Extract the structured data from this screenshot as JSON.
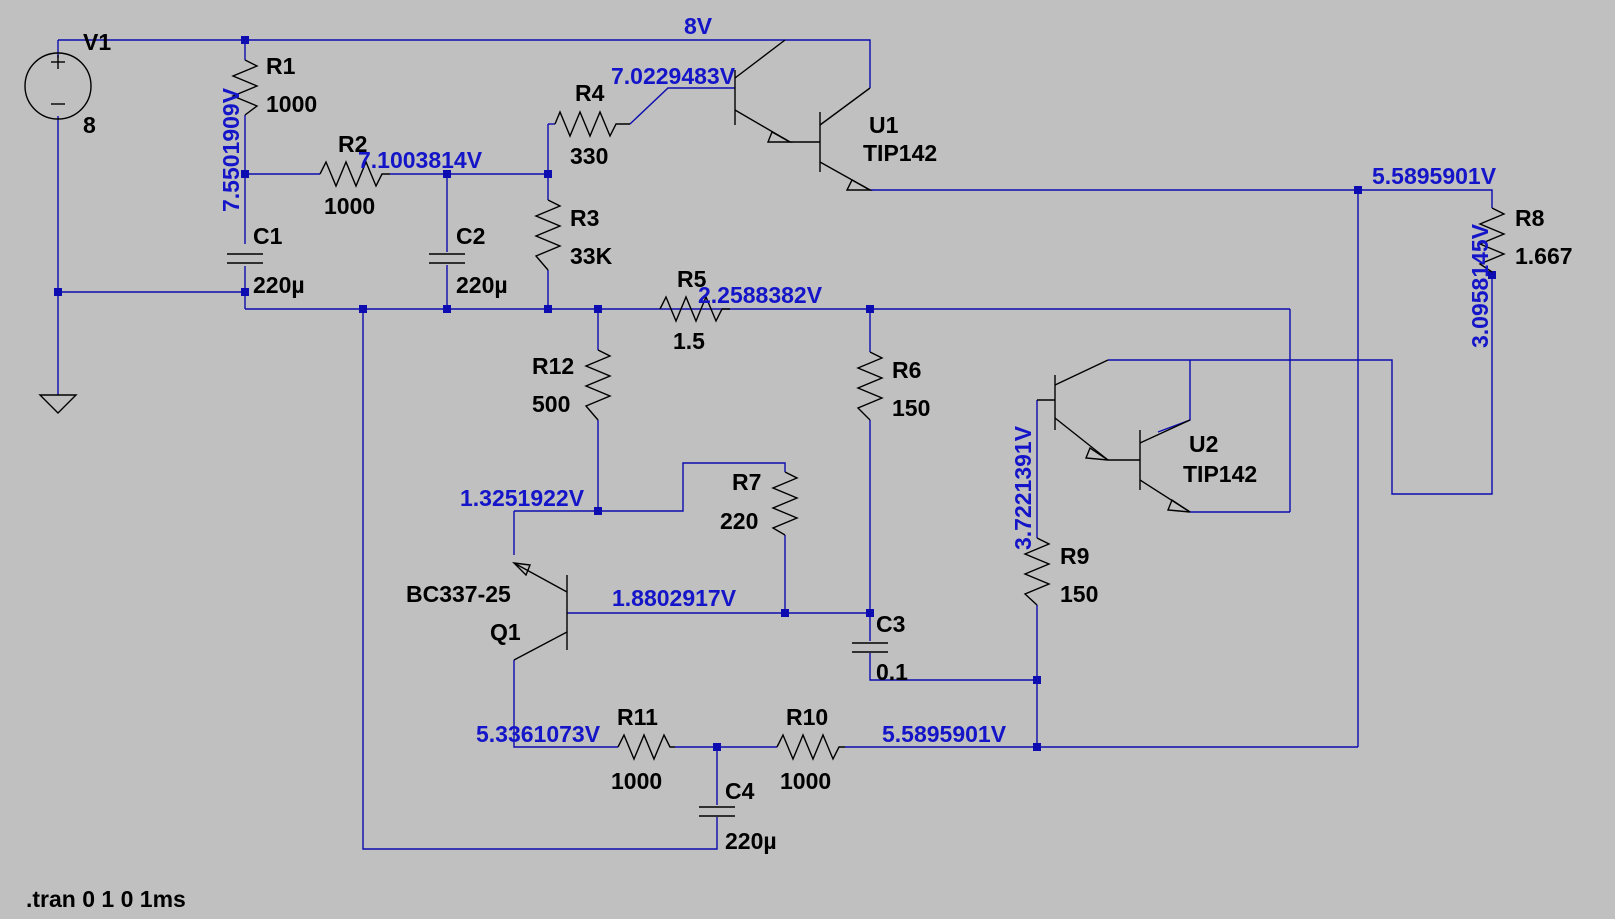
{
  "components": {
    "V1": {
      "name": "V1",
      "value": "8"
    },
    "R1": {
      "name": "R1",
      "value": "1000"
    },
    "R2": {
      "name": "R2",
      "value": "1000"
    },
    "R3": {
      "name": "R3",
      "value": "33K"
    },
    "R4": {
      "name": "R4",
      "value": "330"
    },
    "R5": {
      "name": "R5",
      "value": "1.5"
    },
    "R6": {
      "name": "R6",
      "value": "150"
    },
    "R7": {
      "name": "R7",
      "value": "220"
    },
    "R8": {
      "name": "R8",
      "value": "1.667"
    },
    "R9": {
      "name": "R9",
      "value": "150"
    },
    "R10": {
      "name": "R10",
      "value": "1000"
    },
    "R11": {
      "name": "R11",
      "value": "1000"
    },
    "R12": {
      "name": "R12",
      "value": "500"
    },
    "C1": {
      "name": "C1",
      "value": "220µ"
    },
    "C2": {
      "name": "C2",
      "value": "220µ"
    },
    "C3": {
      "name": "C3",
      "value": "0.1"
    },
    "C4": {
      "name": "C4",
      "value": "220µ"
    },
    "U1": {
      "name": "U1",
      "value": "TIP142"
    },
    "U2": {
      "name": "U2",
      "value": "TIP142"
    },
    "Q1": {
      "name": "Q1",
      "value": "BC337-25"
    }
  },
  "node_voltages": {
    "supply": "8V",
    "u1_base": "7.0229483V",
    "r1_c1": "7.5501909V",
    "r2_r3": "7.1003814V",
    "output": "5.5895901V",
    "r8_tap": "3.0958145V",
    "r5_r6": "2.2588382V",
    "q1_collector": "1.3251922V",
    "q1_base": "1.8802917V",
    "u2_base": "3.7221391V",
    "q1_emitter": "5.3361073V",
    "r10_r9": "5.5895901V"
  },
  "directive": ".tran 0 1 0 1ms",
  "colors": {
    "background": "#c0c0c0",
    "wire": "#0c0cb0",
    "node_label": "#1414c8",
    "component": "#000000"
  }
}
